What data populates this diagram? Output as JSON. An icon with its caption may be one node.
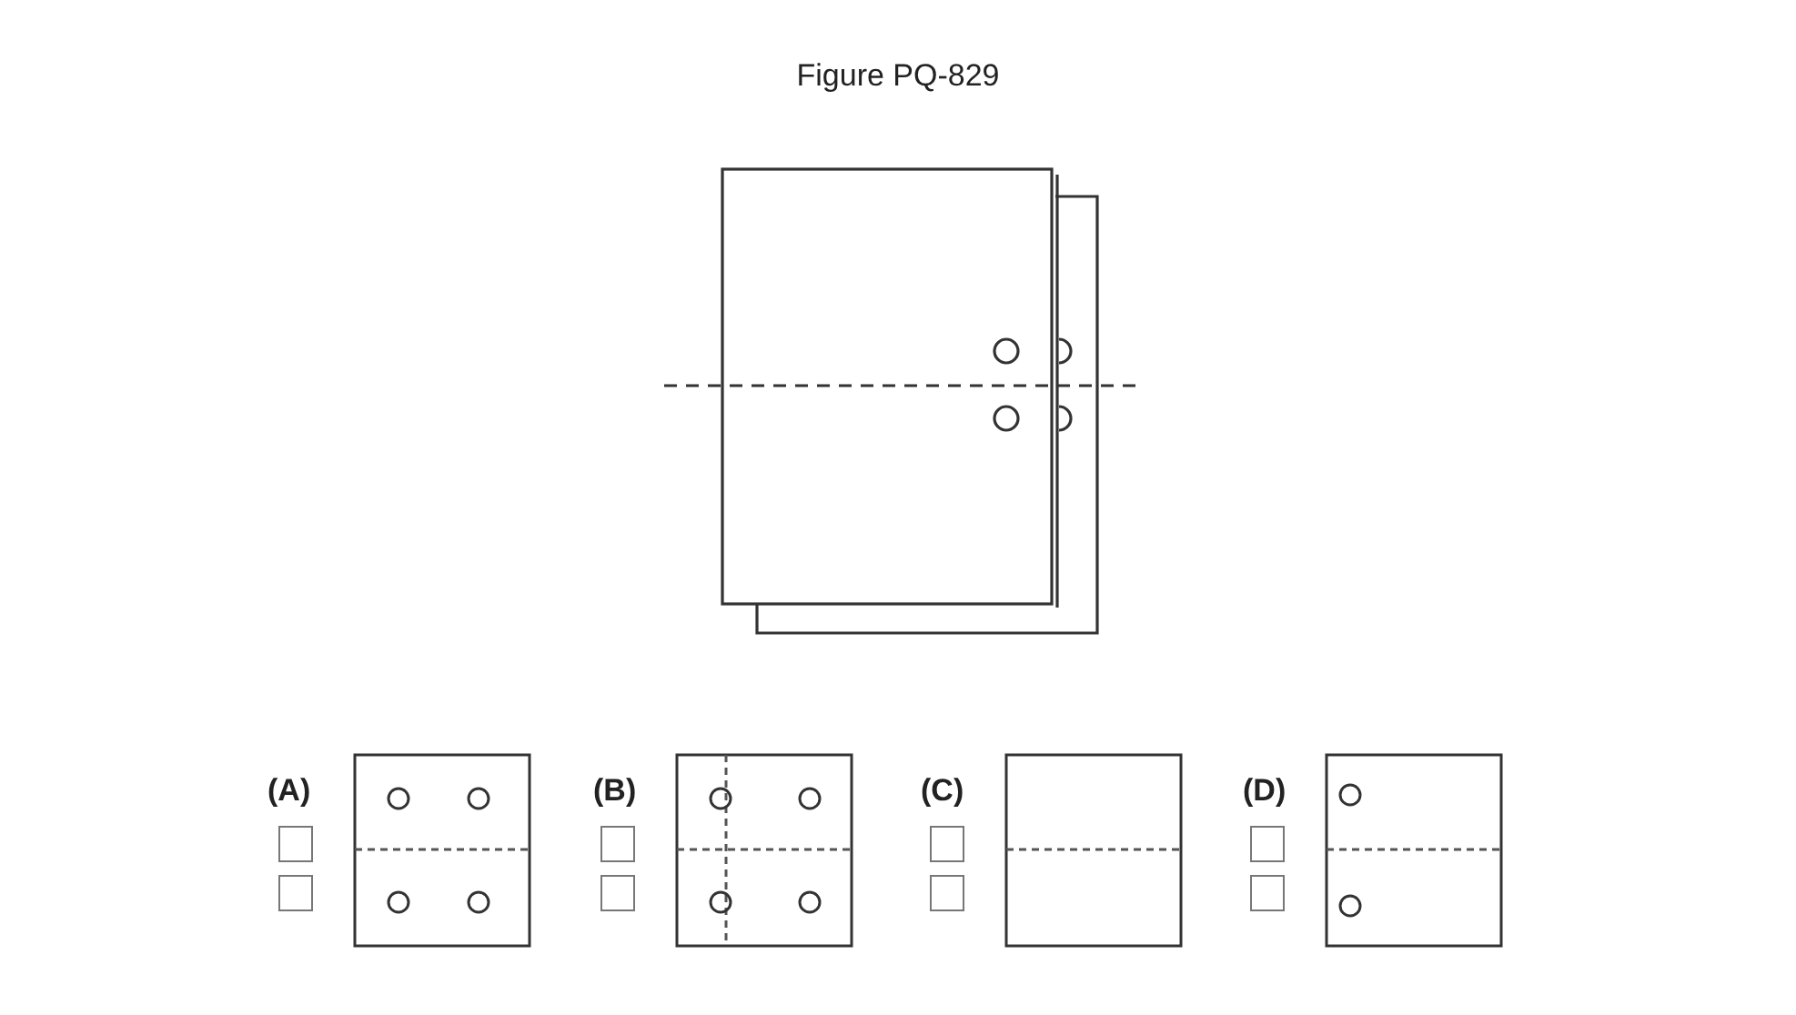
{
  "diagram": {
    "title": "Figure PQ-829",
    "labels": [
      "(A)",
      "(B)",
      "(C)",
      "(D)"
    ]
  }
}
